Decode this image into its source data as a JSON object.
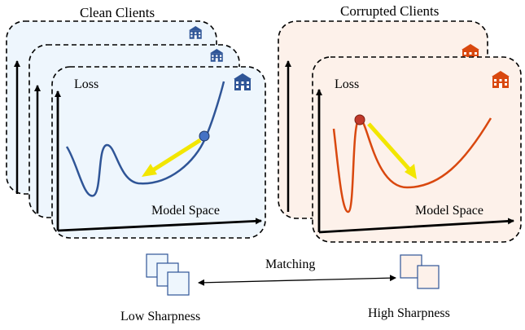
{
  "groups": {
    "clean": {
      "title": "Clean Clients",
      "y_label": "Loss",
      "x_label": "Model Space",
      "panel_fill": "#eef6fd",
      "curve_color": "#2f5597",
      "ball_color": "#4472c4"
    },
    "corrupted": {
      "title": "Corrupted Clients",
      "y_label": "Loss",
      "x_label": "Model Space",
      "panel_fill": "#fdf1ea",
      "curve_color": "#d9480f",
      "ball_color": "#c0392b"
    }
  },
  "arrow_color": "#f2e600",
  "matching": {
    "label": "Matching",
    "left_caption": "Low Sharpness",
    "right_caption": "High Sharpness",
    "left_stack_fill": "#eef6fd",
    "right_stack_fill": "#fdf1ea"
  },
  "icons": [
    "school-building-icon"
  ]
}
